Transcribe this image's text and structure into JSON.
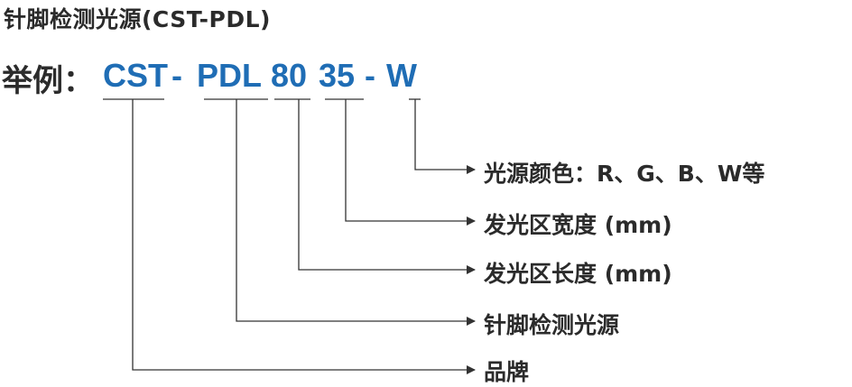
{
  "title": "针脚检测光源(CST-PDL)",
  "example": {
    "label": "举例：",
    "segments": [
      "CST",
      "-",
      "PDL",
      "80",
      "35",
      "-",
      "W"
    ]
  },
  "descriptions": [
    "光源颜色：R、G、B、W等",
    "发光区宽度 (mm)",
    "发光区长度 (mm)",
    "针脚检测光源",
    "品牌"
  ],
  "colors": {
    "code": "#1f6db5",
    "text": "#2b2b2b",
    "lines": "#333333"
  }
}
